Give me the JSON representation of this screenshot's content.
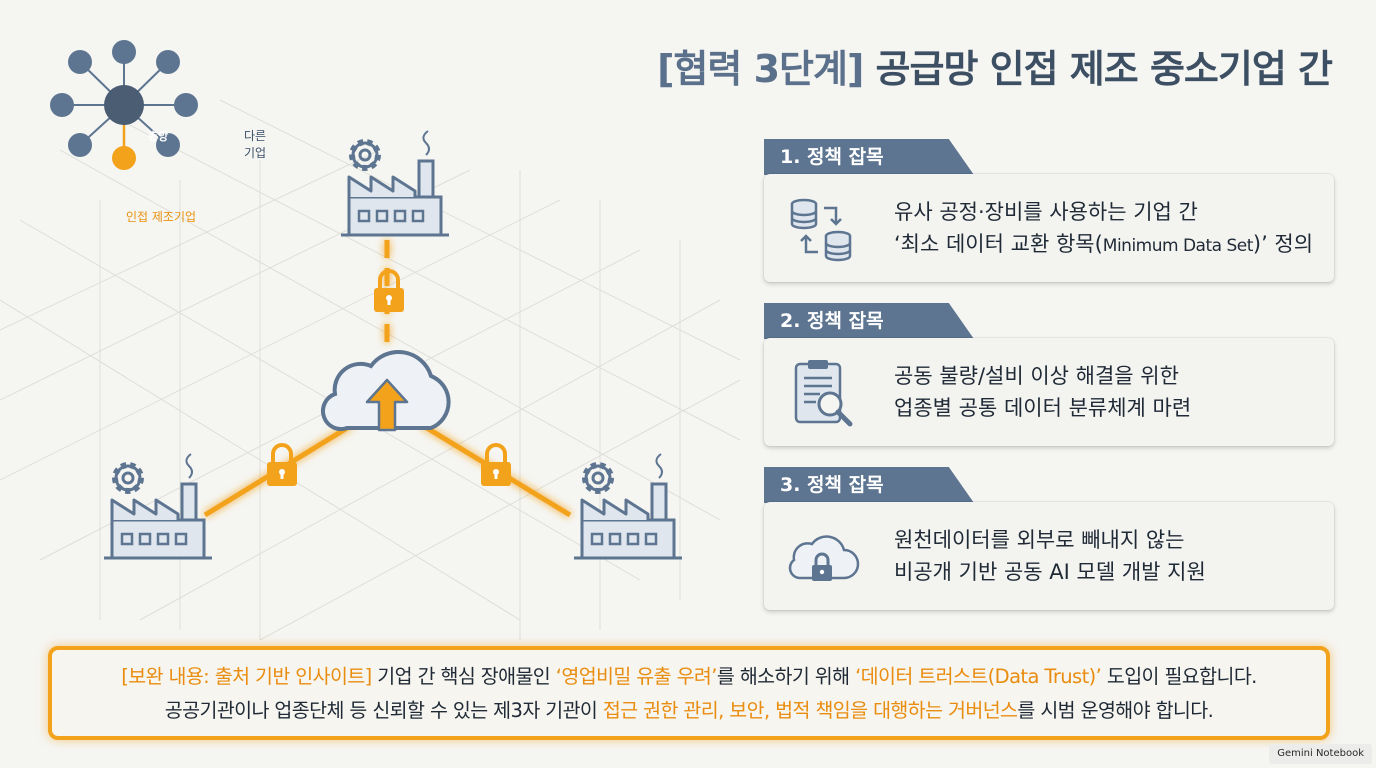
{
  "title": {
    "bracket": "[협력 3단계]",
    "main": "공급망 인접 제조 중소기업 간"
  },
  "legend": {
    "center_label": "총앙",
    "other_label": "다른 기업",
    "adjacent_label": "인접 제조기업"
  },
  "diagram": {
    "icons": [
      "factory-gear-icon",
      "cloud-upload-icon",
      "padlock-icon"
    ],
    "colors": {
      "accent": "#f3a21c",
      "steel": "#5d7590",
      "factory_fill": "#dfe6ee"
    }
  },
  "policies": [
    {
      "tab": "1. 정책 잡목",
      "icon": "database-exchange-icon",
      "line1": "유사 공정·장비를 사용하는 기업 간",
      "line2_pre": "‘최소 데이터 교환 항목(",
      "line2_ds": "Minimum Data Set",
      "line2_post": ")’ 정의"
    },
    {
      "tab": "2. 정책 잡목",
      "icon": "clipboard-search-icon",
      "line1": "공동 불량/설비 이상 해결을 위한",
      "line2": "업종별 공통 데이터 분류체계 마련"
    },
    {
      "tab": "3. 정책 잡목",
      "icon": "cloud-lock-icon",
      "line1": "원천데이터를 외부로 빼내지 않는",
      "line2": "비공개 기반 공동 AI 모델 개발 지원"
    }
  ],
  "callout": {
    "l1_a": "[보완 내용: 출처 기반 인사이트]",
    "l1_b": " 기업 간 핵심 장애물인 ",
    "l1_c": "‘영업비밀 유출 우려’",
    "l1_d": "를 해소하기 위해 ",
    "l1_e": "‘데이터 트러스트(Data Trust)’",
    "l1_f": " 도입이 필요합니다.",
    "l2_a": "공공기관이나 업종단체 등 신뢰할 수 있는 제3자 기관이 ",
    "l2_b": "접근 권한 관리, 보안, 법적 책임을 대행하는 거버넌스",
    "l2_c": "를 시범 운영해야 합니다."
  },
  "badge": "Gemini Notebook"
}
